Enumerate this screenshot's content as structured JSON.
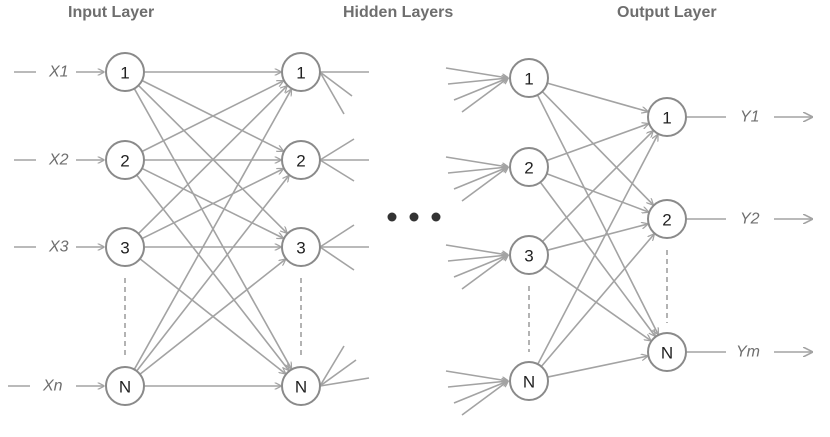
{
  "headers": {
    "input": "Input Layer",
    "hidden": "Hidden Layers",
    "output": "Output Layer"
  },
  "inputs": [
    "X1",
    "X2",
    "X3",
    "Xn"
  ],
  "outputs": [
    "Y1",
    "Y2",
    "Ym"
  ],
  "input_layer_nodes": [
    "1",
    "2",
    "3",
    "N"
  ],
  "hidden_layer_first_nodes": [
    "1",
    "2",
    "3",
    "N"
  ],
  "hidden_layer_last_nodes": [
    "1",
    "2",
    "3",
    "N"
  ],
  "output_layer_nodes": [
    "1",
    "2",
    "N"
  ],
  "colors": {
    "edge": "#a3a3a3",
    "node_stroke": "#8a8a8a",
    "header_text": "#6e6e6e",
    "node_text": "#222222",
    "ellipsis": "#333333"
  }
}
